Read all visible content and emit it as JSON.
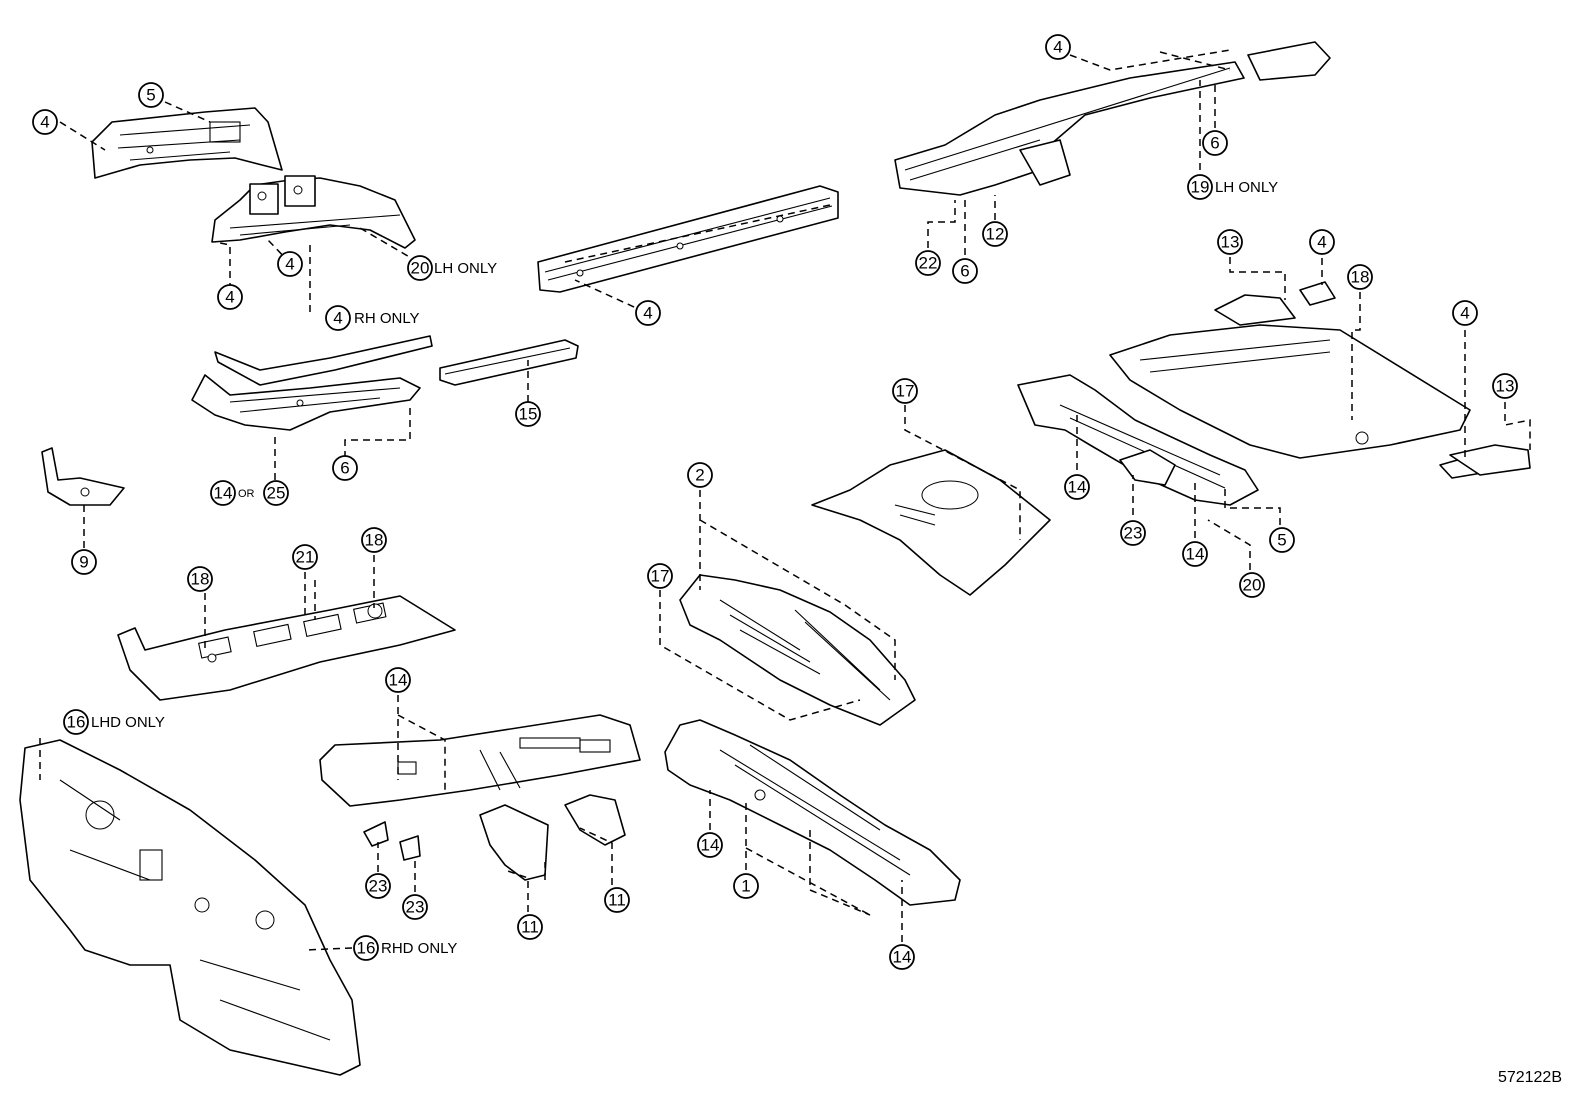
{
  "diagram": {
    "reference_code": "572122B",
    "callouts": [
      {
        "id": "c4a",
        "label": "4"
      },
      {
        "id": "c5a",
        "label": "5"
      },
      {
        "id": "c4b",
        "label": "4"
      },
      {
        "id": "c4c",
        "label": "4"
      },
      {
        "id": "c20a",
        "label": "20"
      },
      {
        "id": "c4d",
        "label": "4"
      },
      {
        "id": "c4e",
        "label": "4"
      },
      {
        "id": "c15",
        "label": "15"
      },
      {
        "id": "c6a",
        "label": "6"
      },
      {
        "id": "c14a",
        "label": "14"
      },
      {
        "id": "c25",
        "label": "25"
      },
      {
        "id": "c9",
        "label": "9"
      },
      {
        "id": "c18a",
        "label": "18"
      },
      {
        "id": "c21",
        "label": "21"
      },
      {
        "id": "c18b",
        "label": "18"
      },
      {
        "id": "c16a",
        "label": "16"
      },
      {
        "id": "c14b",
        "label": "14"
      },
      {
        "id": "c23a",
        "label": "23"
      },
      {
        "id": "c23b",
        "label": "23"
      },
      {
        "id": "c11a",
        "label": "11"
      },
      {
        "id": "c11b",
        "label": "11"
      },
      {
        "id": "c16b",
        "label": "16"
      },
      {
        "id": "c2",
        "label": "2"
      },
      {
        "id": "c17a",
        "label": "17"
      },
      {
        "id": "c14c",
        "label": "14"
      },
      {
        "id": "c1",
        "label": "1"
      },
      {
        "id": "c14d",
        "label": "14"
      },
      {
        "id": "c17b",
        "label": "17"
      },
      {
        "id": "c4f",
        "label": "4"
      },
      {
        "id": "c6b",
        "label": "6"
      },
      {
        "id": "c19",
        "label": "19"
      },
      {
        "id": "c22",
        "label": "22"
      },
      {
        "id": "c6c",
        "label": "6"
      },
      {
        "id": "c12",
        "label": "12"
      },
      {
        "id": "c13a",
        "label": "13"
      },
      {
        "id": "c4g",
        "label": "4"
      },
      {
        "id": "c18c",
        "label": "18"
      },
      {
        "id": "c4h",
        "label": "4"
      },
      {
        "id": "c13b",
        "label": "13"
      },
      {
        "id": "c14e",
        "label": "14"
      },
      {
        "id": "c23c",
        "label": "23"
      },
      {
        "id": "c14f",
        "label": "14"
      },
      {
        "id": "c5b",
        "label": "5"
      },
      {
        "id": "c20b",
        "label": "20"
      }
    ],
    "notes": {
      "lh_only_20": "LH ONLY",
      "rh_only_4": "RH ONLY",
      "or_14_25": "OR",
      "lhd_only_16": "LHD ONLY",
      "rhd_only_16": "RHD ONLY",
      "lh_only_19": "LH ONLY"
    }
  }
}
